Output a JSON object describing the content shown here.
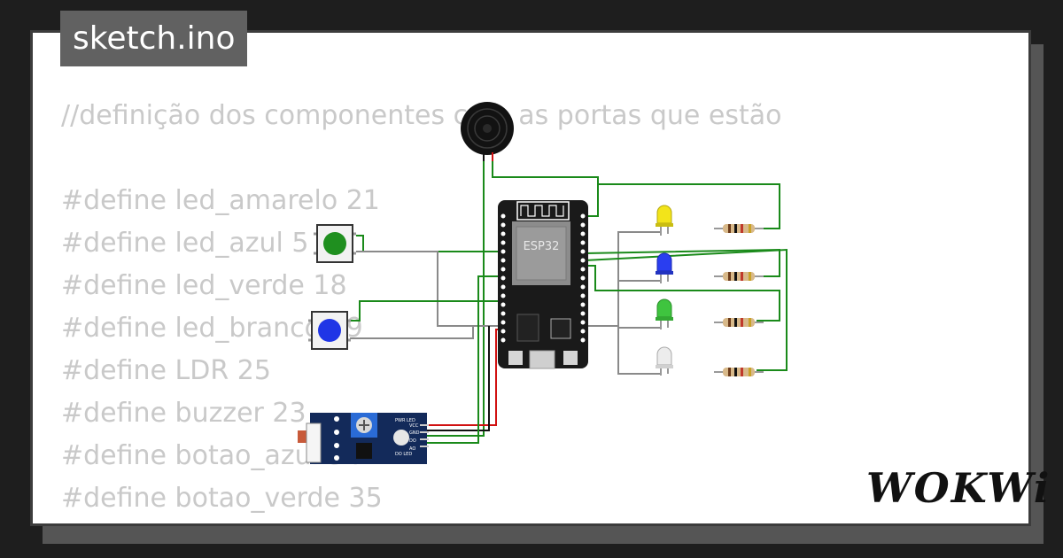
{
  "tab": {
    "filename": "sketch.ino"
  },
  "code": {
    "lines": [
      "//definição dos componentes com as portas que estão",
      "",
      "#define led_amarelo 21",
      "#define led_azul 5",
      "#define led_verde 18",
      "#define led_branco 19",
      "#define LDR 25",
      "#define buzzer 23",
      "#define botao_azul 34",
      "#define botao_verde 35"
    ]
  },
  "board": {
    "label": "ESP32"
  },
  "ldr_module": {
    "pin_labels": [
      "VCC",
      "GND",
      "DO",
      "AO"
    ],
    "led_labels": [
      "PWR LED",
      "DO LED"
    ]
  },
  "brand": {
    "logo": "WOKWi"
  },
  "colors": {
    "wire_green": "#1a8a1a",
    "wire_gray": "#8a8a8a",
    "wire_red": "#d11111",
    "wire_black": "#111111",
    "led_yellow": "#f2e41a",
    "led_blue": "#2a3ef0",
    "led_green": "#3fc43f",
    "led_white": "#e6e6e6",
    "button_green": "#1f8f1f",
    "button_blue": "#1f35e6"
  }
}
